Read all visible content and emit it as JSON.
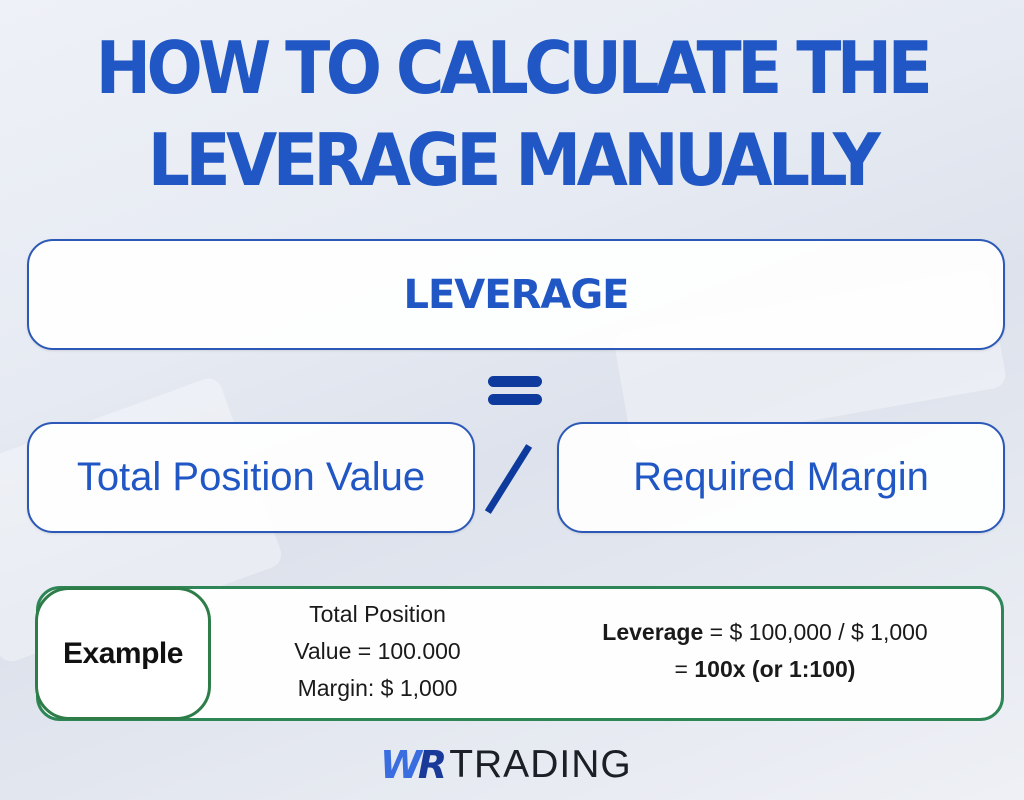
{
  "title": {
    "line1": "HOW TO CALCULATE THE",
    "line2": "LEVERAGE MANUALLY"
  },
  "formula": {
    "result": "LEVERAGE",
    "equals_icon": "equals-icon",
    "numerator": "Total Position Value",
    "divide_icon": "divide-slash-icon",
    "denominator": "Required Margin"
  },
  "example": {
    "tag": "Example",
    "given": [
      "Total Position",
      "Value = 100.000",
      "Margin: $ 1,000"
    ],
    "result_label": "Leverage",
    "result_expr": " = $ 100,000 / $ 1,000",
    "result_prefix": "= ",
    "result_value": "100x (or 1:100)"
  },
  "logo": {
    "mark_w": "W",
    "mark_r": "R",
    "text": "TRADING"
  },
  "colors": {
    "primary_blue": "#2057c4",
    "dark_blue": "#0d3a9c",
    "green_border": "#2e8556"
  }
}
